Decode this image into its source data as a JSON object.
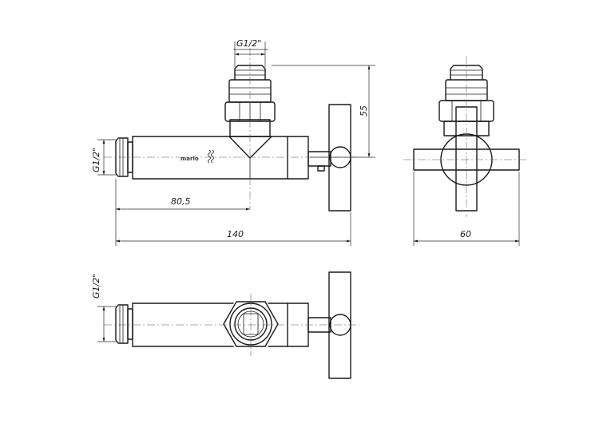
{
  "dimensions": {
    "thread_top": "G1/2\"",
    "thread_side_front": "G1/2\"",
    "thread_side_plan": "G1/2\"",
    "height": "55",
    "offset": "80,5",
    "length": "140",
    "width": "60"
  },
  "brand": {
    "logo_text": "mario"
  },
  "colors": {
    "line": "#1a1a1a",
    "background": "#ffffff"
  }
}
